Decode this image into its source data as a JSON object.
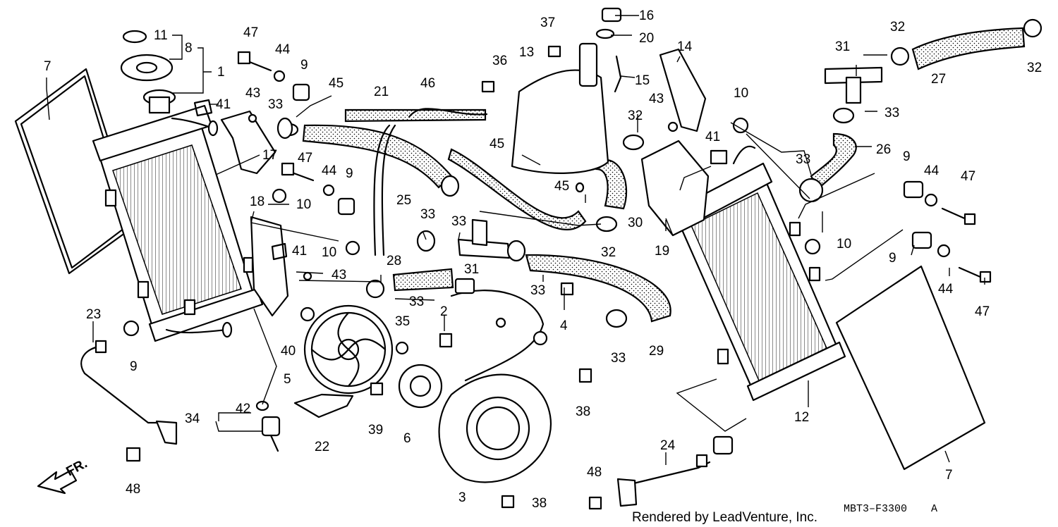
{
  "footer": {
    "credit": "Rendered by LeadVenture, Inc.",
    "diagram_code": "MBT3–F3300",
    "diagram_suffix": "A"
  },
  "direction_marker": {
    "label": "FR.",
    "icon": "front-arrow-icon"
  },
  "callouts": {
    "c1": "1",
    "c2": "2",
    "c3": "3",
    "c4": "4",
    "c5": "5",
    "c6": "6",
    "c7a": "7",
    "c7b": "7",
    "c8": "8",
    "c9a": "9",
    "c9b": "9",
    "c9c": "9",
    "c9d": "9",
    "c9e": "9",
    "c10a": "10",
    "c10b": "10",
    "c10c": "10",
    "c10d": "10",
    "c11": "11",
    "c12": "12",
    "c13": "13",
    "c14": "14",
    "c15": "15",
    "c16": "16",
    "c17": "17",
    "c18": "18",
    "c19": "19",
    "c20": "20",
    "c21": "21",
    "c22": "22",
    "c23": "23",
    "c24": "24",
    "c25": "25",
    "c26": "26",
    "c27": "27",
    "c28": "28",
    "c29": "29",
    "c30": "30",
    "c31a": "31",
    "c31b": "31",
    "c32a": "32",
    "c32b": "32",
    "c32c": "32",
    "c32d": "32",
    "c33a": "33",
    "c33b": "33",
    "c33c": "33",
    "c33d": "33",
    "c33e": "33",
    "c33f": "33",
    "c33g": "33",
    "c33h": "33",
    "c34": "34",
    "c35": "35",
    "c36": "36",
    "c37": "37",
    "c38a": "38",
    "c38b": "38",
    "c39": "39",
    "c40": "40",
    "c41a": "41",
    "c41b": "41",
    "c41c": "41",
    "c42": "42",
    "c43a": "43",
    "c43b": "43",
    "c43c": "43",
    "c44a": "44",
    "c44b": "44",
    "c44c": "44",
    "c44d": "44",
    "c45a": "45",
    "c45b": "45",
    "c45c": "45",
    "c46": "46",
    "c47a": "47",
    "c47b": "47",
    "c47c": "47",
    "c47d": "47",
    "c48a": "48",
    "c48b": "48"
  }
}
